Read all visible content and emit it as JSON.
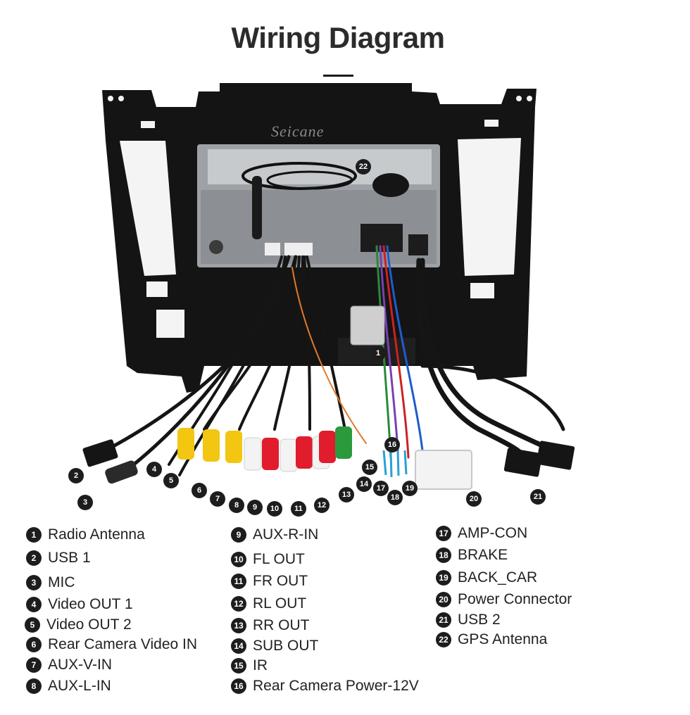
{
  "title": "Wiring Diagram",
  "watermark": "Seicane",
  "callouts": [
    "1",
    "2",
    "3",
    "4",
    "5",
    "6",
    "7",
    "8",
    "9",
    "10",
    "11",
    "12",
    "13",
    "14",
    "15",
    "16",
    "17",
    "18",
    "19",
    "20",
    "21",
    "22"
  ],
  "legend": [
    {
      "num": "1",
      "label": "Radio Antenna"
    },
    {
      "num": "2",
      "label": "USB 1"
    },
    {
      "num": "3",
      "label": "MIC"
    },
    {
      "num": "4",
      "label": "Video OUT 1"
    },
    {
      "num": "5",
      "label": "Video OUT 2"
    },
    {
      "num": "6",
      "label": "Rear Camera Video IN"
    },
    {
      "num": "7",
      "label": "AUX-V-IN"
    },
    {
      "num": "8",
      "label": "AUX-L-IN"
    },
    {
      "num": "9",
      "label": "AUX-R-IN"
    },
    {
      "num": "10",
      "label": "FL OUT"
    },
    {
      "num": "11",
      "label": "FR OUT"
    },
    {
      "num": "12",
      "label": "RL OUT"
    },
    {
      "num": "13",
      "label": "RR OUT"
    },
    {
      "num": "14",
      "label": "SUB OUT"
    },
    {
      "num": "15",
      "label": "IR"
    },
    {
      "num": "16",
      "label": "Rear Camera Power-12V"
    },
    {
      "num": "17",
      "label": "AMP-CON"
    },
    {
      "num": "18",
      "label": "BRAKE"
    },
    {
      "num": "19",
      "label": "BACK_CAR"
    },
    {
      "num": "20",
      "label": "Power Connector"
    },
    {
      "num": "21",
      "label": "USB 2"
    },
    {
      "num": "22",
      "label": "GPS Antenna"
    }
  ]
}
